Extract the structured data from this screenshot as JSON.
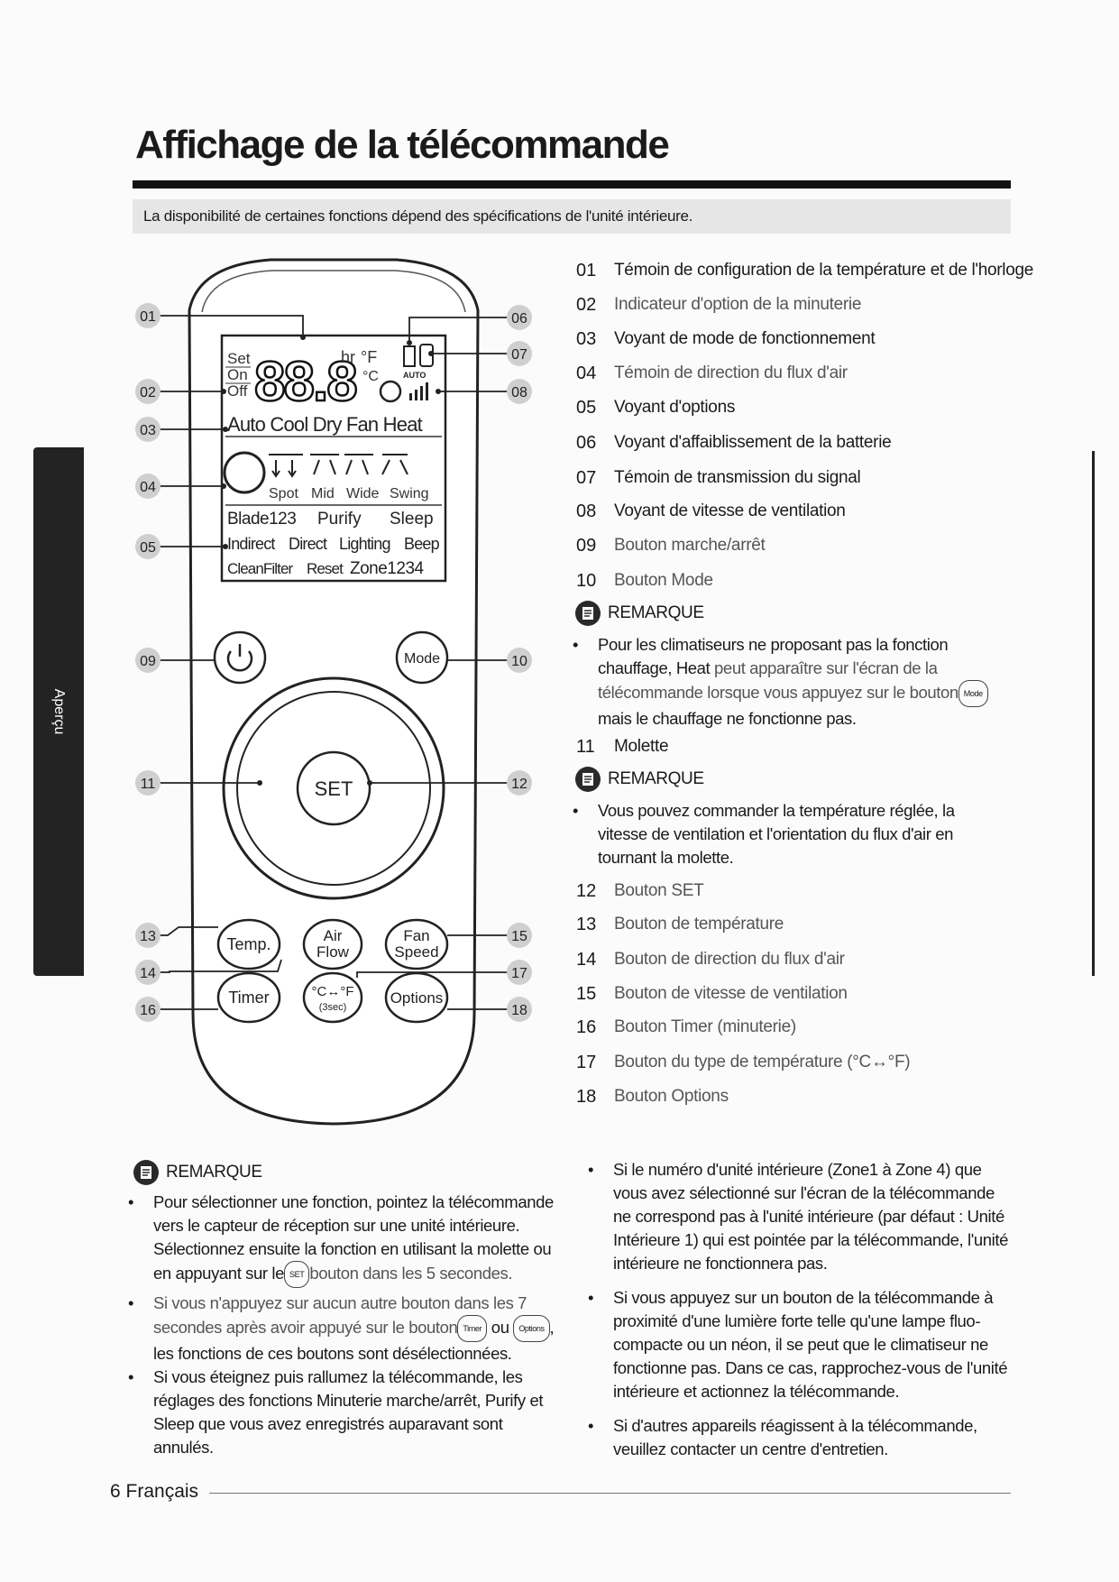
{
  "title": "Affichage de la télécommande",
  "availability_note": "La disponibilité de certaines fonctions dépend des spécifications de l'unité intérieure.",
  "side_tab": "Aperçu",
  "diagram": {
    "numbers": [
      "01",
      "02",
      "03",
      "04",
      "05",
      "09",
      "11",
      "13",
      "14",
      "16",
      "06",
      "07",
      "08",
      "10",
      "12",
      "15",
      "17",
      "18"
    ],
    "lcd": {
      "set": "Set",
      "on": "On",
      "off": "Off",
      "digits": "88.8",
      "hr": "hr",
      "f": "°F",
      "c": "°C",
      "auto": "AUTO",
      "modes": "Auto Cool Dry Fan Heat",
      "spot": "Spot",
      "mid": "Mid",
      "wide": "Wide",
      "swing": "Swing",
      "blade": "Blade123",
      "purify": "Purify",
      "sleep": "Sleep",
      "indirect": "Indirect",
      "direct": "Direct",
      "lighting": "Lighting",
      "beep": "Beep",
      "cleanfilter": "CleanFilter",
      "reset": "Reset",
      "zone": "Zone1234"
    },
    "buttons": {
      "mode": "Mode",
      "set": "SET",
      "temp": "Temp.",
      "airflow_1": "Air",
      "airflow_2": "Flow",
      "fanspeed_1": "Fan",
      "fanspeed_2": "Speed",
      "timer": "Timer",
      "cf_1": "°C↔°F",
      "cf_2": "(3sec)",
      "options": "Options"
    }
  },
  "legend": [
    {
      "num": "01",
      "text": "Témoin de configuration de la température et de l'horloge",
      "light": false
    },
    {
      "num": "02",
      "text": "Indicateur d'option de la minuterie",
      "light": true
    },
    {
      "num": "03",
      "text": "Voyant de mode de fonctionnement",
      "light": false
    },
    {
      "num": "04",
      "text": "Témoin de direction du flux d'air",
      "light": true
    },
    {
      "num": "05",
      "text": "Voyant d'options",
      "light": false
    },
    {
      "num": "06",
      "text": "Voyant d'affaiblissement de la batterie",
      "light": false
    },
    {
      "num": "07",
      "text": "Témoin de transmission du signal",
      "light": false
    },
    {
      "num": "08",
      "text": "Voyant de vitesse de ventilation",
      "light": false
    },
    {
      "num": "09",
      "text": "Bouton marche/arrêt",
      "light": true
    },
    {
      "num": "10",
      "text": "Bouton Mode",
      "light": true
    },
    {
      "num": "11",
      "text": "Molette",
      "light": false
    },
    {
      "num": "12",
      "text": "Bouton SET",
      "light": true
    },
    {
      "num": "13",
      "text": "Bouton de température",
      "light": true
    },
    {
      "num": "14",
      "text": "Bouton de direction du flux d'air",
      "light": true
    },
    {
      "num": "15",
      "text": "Bouton de vitesse de ventilation",
      "light": true
    },
    {
      "num": "16",
      "text": "Bouton Timer (minuterie)",
      "light": true
    },
    {
      "num": "17",
      "text": "Bouton du type de température (°C↔°F)",
      "light": true
    },
    {
      "num": "18",
      "text": "Bouton Options",
      "light": true
    }
  ],
  "remarque_label": "REMARQUE",
  "note_mode": {
    "p1": "Pour les climatiseurs ne proposant pas la fonction chauffage, ",
    "heat": "Heat",
    "p2": " peut apparaître sur l'écran de la télécommande lorsque vous appuyez sur le bouton",
    "btn": "Mode",
    "p3": " mais le chauffage ne fonctionne pas."
  },
  "note_molette": "Vous pouvez commander la température réglée, la vitesse de ventilation et l'orientation du flux d'air en tournant la molette.",
  "bottom_left": {
    "b1_a": "Pour sélectionner une fonction, pointez la télécommande vers le capteur de réception sur une unité intérieure. Sélectionnez ensuite la fonction en utilisant la molette ou en appuyant sur le",
    "b1_btn": "SET",
    "b1_b": "bouton dans les 5 secondes.",
    "b2_a": "Si vous n'appuyez sur aucun autre bouton dans les 7 secondes après avoir appuyé sur le bouton",
    "b2_btn1": "Timer",
    "b2_b": " ou ",
    "b2_btn2": "Options",
    "b2_c": ", les fonctions de ces boutons sont désélectionnées.",
    "b3": "Si vous éteignez puis rallumez la télécommande, les réglages des fonctions Minuterie marche/arrêt, Purify et Sleep que vous avez enregistrés auparavant sont annulés."
  },
  "bottom_right": {
    "b1": "Si le numéro d'unité intérieure (Zone1 à Zone 4) que vous avez sélectionné sur l'écran de la télécommande ne correspond pas à l'unité intérieure (par défaut : Unité Intérieure 1) qui est pointée par la télécommande, l'unité intérieure ne fonctionnera pas.",
    "b2": "Si vous appuyez sur un bouton de la télécommande à proximité d'une lumière forte telle qu'une lampe fluo-compacte ou un néon, il se peut que le climatiseur ne fonctionne pas. Dans ce cas, rapprochez-vous de l'unité intérieure et actionnez la télécommande.",
    "b3": "Si d'autres appareils réagissent à la télécommande, veuillez contacter un centre d'entretien."
  },
  "footer": "6 Français",
  "colors": {
    "ink": "#1a1a1a",
    "banner": "#e6e6e6",
    "tab": "#232323",
    "callout_badge": "#cfcfcf"
  }
}
